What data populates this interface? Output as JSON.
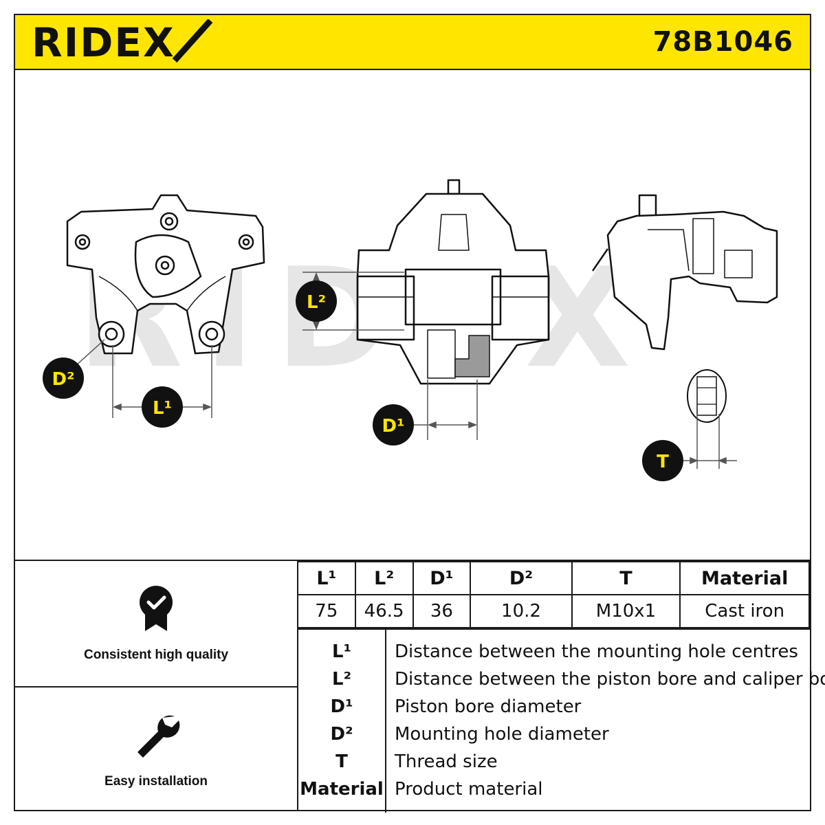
{
  "brand": {
    "name": "RIDEX",
    "color": "#ffe600"
  },
  "part_number": "78B1046",
  "diagram": {
    "watermark": "RIDEX",
    "callouts": {
      "l1": "L¹",
      "l2": "L²",
      "d1": "D¹",
      "d2": "D²",
      "t": "T"
    }
  },
  "features": [
    {
      "label": "Consistent high quality",
      "icon": "quality-badge-icon"
    },
    {
      "label": "Easy installation",
      "icon": "wrench-icon"
    }
  ],
  "spec_table": {
    "headers": [
      "L¹",
      "L²",
      "D¹",
      "D²",
      "T",
      "Material"
    ],
    "values": [
      "75",
      "46.5",
      "36",
      "10.2",
      "M10x1",
      "Cast iron"
    ]
  },
  "legend": [
    {
      "symbol": "L¹",
      "text": "Distance between the mounting hole centres"
    },
    {
      "symbol": "L²",
      "text": "Distance between the piston bore and caliper body"
    },
    {
      "symbol": "D¹",
      "text": "Piston bore diameter"
    },
    {
      "symbol": "D²",
      "text": "Mounting hole diameter"
    },
    {
      "symbol": "T",
      "text": "Thread size"
    },
    {
      "symbol": "Material",
      "text": "Product material"
    }
  ]
}
